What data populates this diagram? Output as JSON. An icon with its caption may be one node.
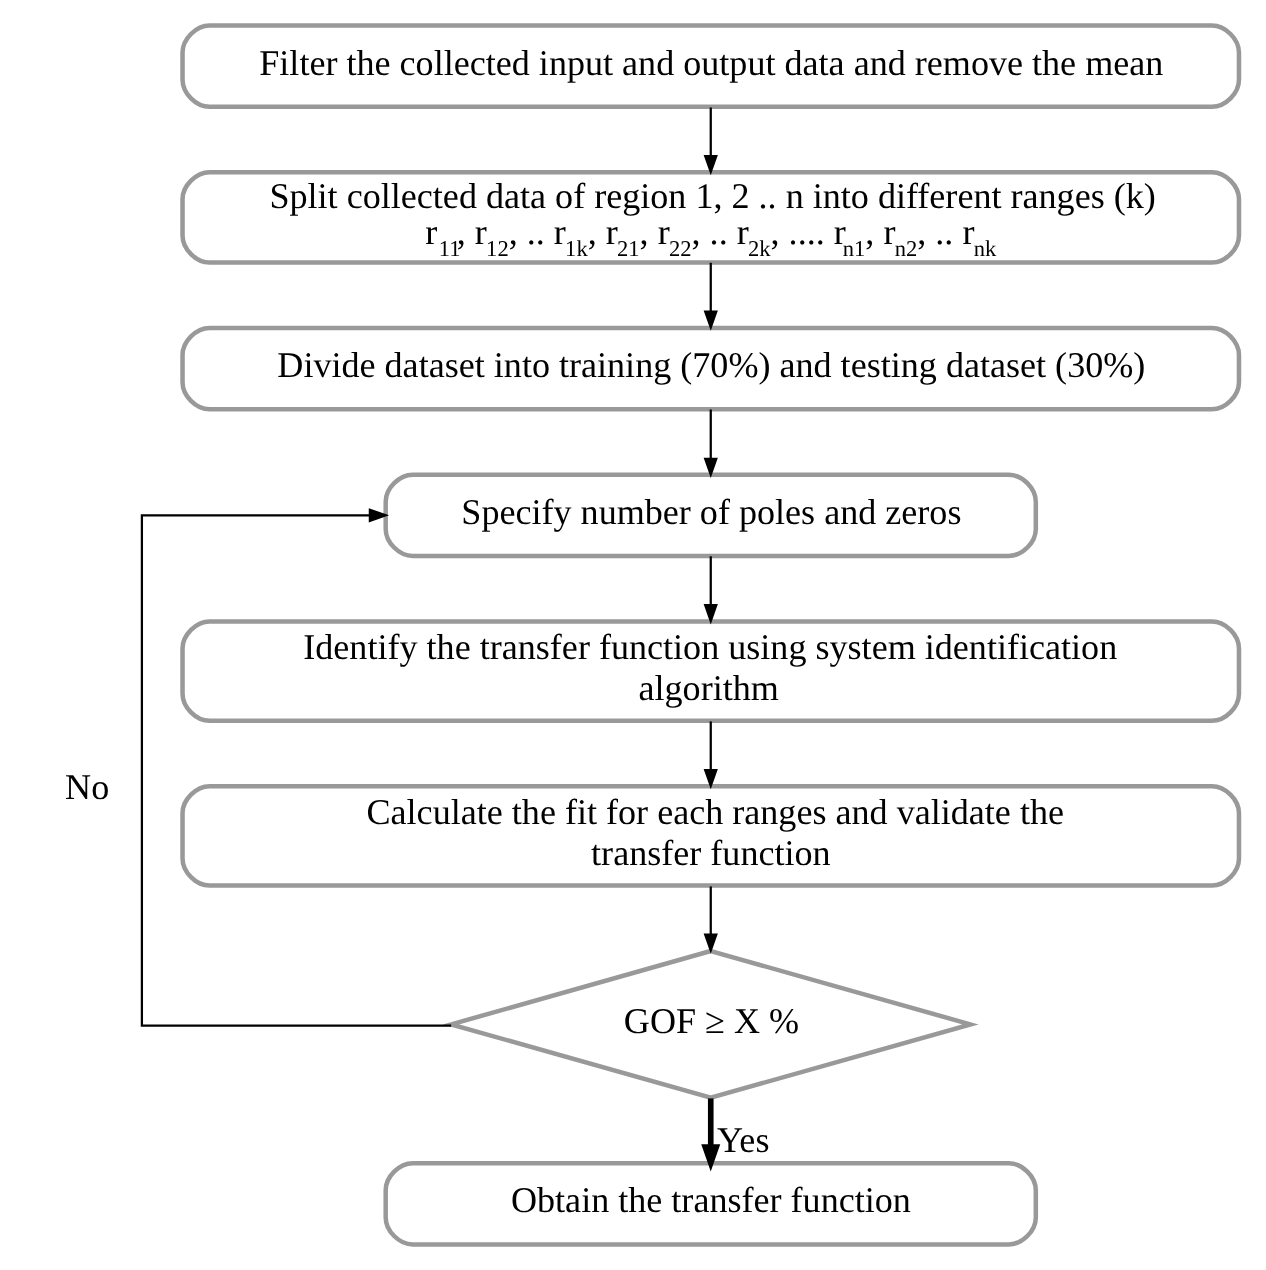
{
  "diagram": {
    "nodes": [
      {
        "text": [
          "Filter the collected input and output data and remove the mean"
        ]
      },
      {
        "text": [
          "Split collected data of region 1, 2 .. n into different ranges (k)",
          "r$_{11}$, r$_{12}$, .. r$_{1k}$, r$_{21}$, r$_{22}$, .. r$_{2k}$, .... r$_{n1}$, r$_{n2}$, .. r$_{nk}$"
        ]
      },
      {
        "text": [
          "Divide dataset into training (70%) and testing dataset (30%)"
        ]
      },
      {
        "text": [
          "Specify number of poles and zeros"
        ]
      },
      {
        "text": [
          "Identify the transfer function using system identification algorithm"
        ]
      },
      {
        "text": [
          "Calculate the fit for each ranges and validate the transfer function"
        ]
      },
      {
        "text": [
          "GOF ≥ X %"
        ]
      },
      {
        "text": [
          "Obtain the transfer function"
        ]
      }
    ],
    "edges": [
      {
        "from": 0,
        "to": 1,
        "arrow": "to"
      },
      {
        "from": 1,
        "to": 2,
        "arrow": "to"
      },
      {
        "from": 2,
        "to": 3,
        "arrow": "to"
      },
      {
        "from": 3,
        "to": 4,
        "arrow": "to"
      },
      {
        "from": 4,
        "to": 5,
        "arrow": "to"
      },
      {
        "from": 5,
        "to": 6,
        "arrow": "to"
      },
      {
        "from": 6,
        "to": 3,
        "arrow": "to",
        "label": "No"
      },
      {
        "from": 6,
        "to": 7,
        "arrow": "to",
        "label": "Yes",
        "style": "thick"
      }
    ]
  }
}
